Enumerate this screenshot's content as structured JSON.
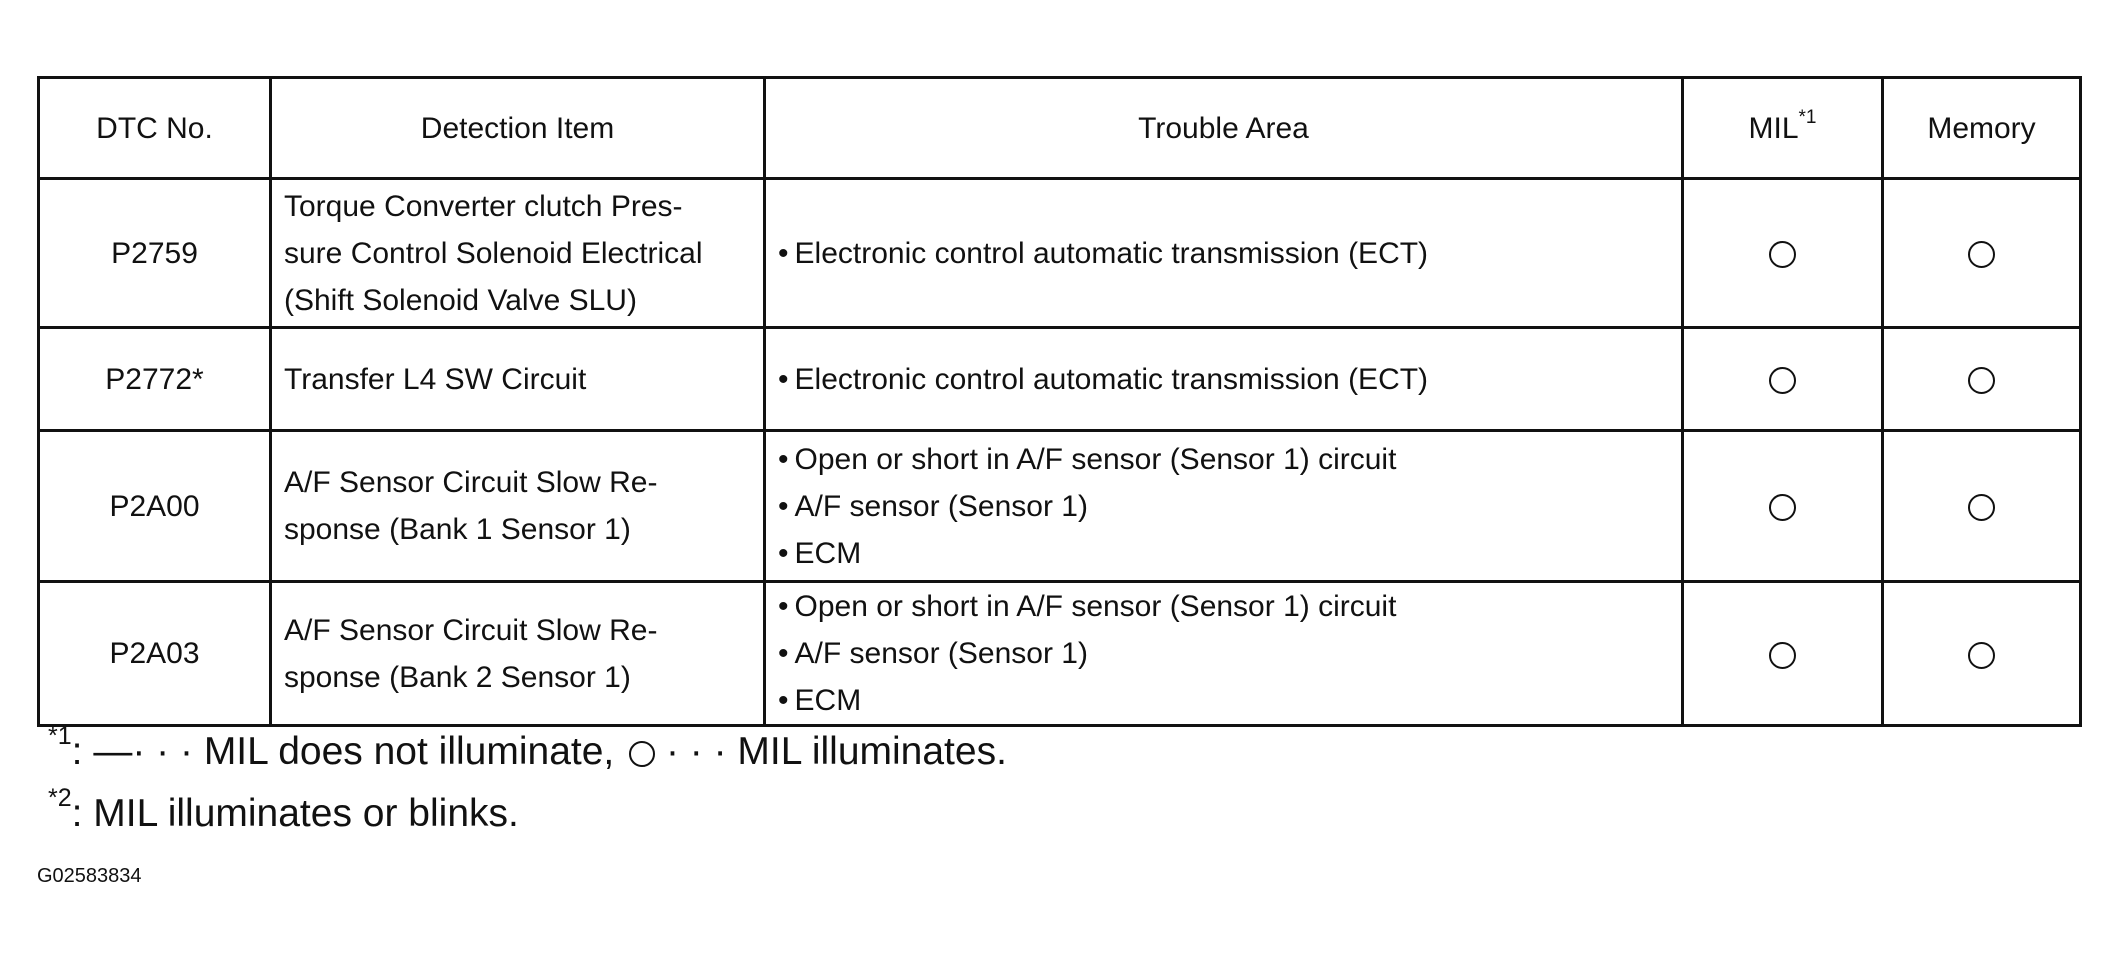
{
  "table": {
    "headers": {
      "dtc_no": "DTC No.",
      "detection_item": "Detection Item",
      "trouble_area": "Trouble Area",
      "mil": "MIL",
      "mil_note": "*1",
      "memory": "Memory"
    },
    "rows": [
      {
        "dtc": "P2759",
        "detection_lines": [
          "Torque Converter clutch Pres-",
          "sure Control Solenoid Electrical",
          "(Shift Solenoid Valve SLU)"
        ],
        "trouble": [
          "Electronic control automatic transmission (ECT)"
        ],
        "mil_icon": "circle-icon",
        "memory_icon": "circle-icon"
      },
      {
        "dtc": "P2772*",
        "detection_lines": [
          "Transfer L4 SW Circuit"
        ],
        "trouble": [
          "Electronic control automatic transmission (ECT)"
        ],
        "mil_icon": "circle-icon",
        "memory_icon": "circle-icon"
      },
      {
        "dtc": "P2A00",
        "detection_lines": [
          "A/F Sensor Circuit Slow Re-",
          "sponse (Bank 1 Sensor 1)"
        ],
        "trouble": [
          "Open or short in A/F sensor (Sensor 1) circuit",
          "A/F sensor (Sensor 1)",
          "ECM"
        ],
        "mil_icon": "circle-icon",
        "memory_icon": "circle-icon"
      },
      {
        "dtc": "P2A03",
        "detection_lines": [
          "A/F Sensor Circuit Slow Re-",
          "sponse (Bank 2 Sensor 1)"
        ],
        "trouble": [
          "Open or short in A/F sensor (Sensor 1) circuit",
          "A/F sensor (Sensor 1)",
          "ECM"
        ],
        "mil_icon": "circle-icon",
        "memory_icon": "circle-icon"
      }
    ]
  },
  "footnotes": {
    "note1": {
      "marker": "*1",
      "separator": ":",
      "dash_symbol": " —",
      "leader": "· · ·",
      "text_a": "MIL does not illuminate, ",
      "text_b": "MIL illuminates."
    },
    "note2": {
      "marker": "*2",
      "text": ": MIL illuminates or blinks."
    }
  },
  "figure_id": "G02583834"
}
